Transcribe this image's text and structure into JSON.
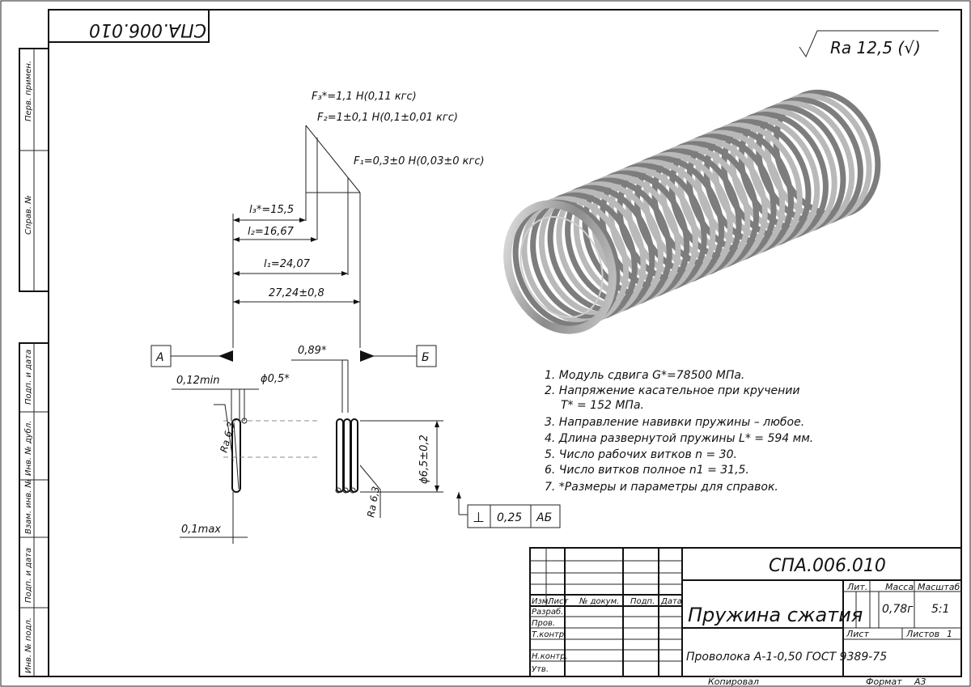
{
  "stamp_top": "СПА.006.010",
  "roughness_symbol": "Ra 12,5 (√)",
  "side_stamp": {
    "perv_primen": "Перв. примен.",
    "sprav_no": "Справ. №",
    "podp_i_data_1": "Подп. и дата",
    "inv_no_dubl": "Инв. № дубл.",
    "vzam_inv_no": "Взам. инв. №",
    "podp_i_data_2": "Подп. и дата",
    "inv_no_podl": "Инв. № подл."
  },
  "forces": {
    "f3": "F₃*=1,1 Н(0,11 кгс)",
    "f2": "F₂=1±0,1 Н(0,1±0,01 кгс)",
    "f1": "F₁=0,3±0 Н(0,03±0 кгс)"
  },
  "lengths": {
    "l3": "l₃*=15,5",
    "l2": "l₂=16,67",
    "l1": "l₁=24,07",
    "l0": "27,24±0,8"
  },
  "section": {
    "label_a": "А",
    "label_b": "Б",
    "gap_min": "0,12min",
    "wire_dia": "ϕ0,5*",
    "pitch": "0,89*",
    "outer_dia": "ϕ6,5±0,2",
    "ra_left": "Ra 6,3",
    "ra_right": "Ra 6,3",
    "tol_max": "0,1max",
    "perp_tol": "⊥",
    "perp_value": "0,25",
    "perp_datum": "АБ"
  },
  "notes": [
    "1. Модуль сдвига G*=78500 МПа.",
    "2. Напряжение касательное при кручении",
    "T* = 152 МПа.",
    "3. Направление навивки пружины – любое.",
    "4. Длина развернутой пружины L* = 594 мм.",
    "5. Число рабочих витков n = 30.",
    "6. Число витков полное n1 = 31,5.",
    "7. *Размеры и параметры для справок."
  ],
  "title_block": {
    "designation": "СПА.006.010",
    "name": "Пружина сжатия",
    "material": "Проволока А-1-0,50 ГОСТ 9389-75",
    "col_lit": "Лит.",
    "col_massa": "Масса",
    "col_masshtab": "Масштаб",
    "massa": "0,78г",
    "masshtab": "5:1",
    "list_label": "Лист",
    "listov_label": "Листов",
    "listov_value": "1",
    "izm": "Изм.",
    "list": "Лист",
    "no_dokum": "№ докум.",
    "podp": "Подп.",
    "data": "Дата",
    "razrab": "Разраб.",
    "prov": "Пров.",
    "tkontr": "Т.контр.",
    "nkontr": "Н.контр.",
    "utv": "Утв.",
    "kopiroval": "Копировал",
    "format_label": "Формат",
    "format_value": "А3"
  }
}
